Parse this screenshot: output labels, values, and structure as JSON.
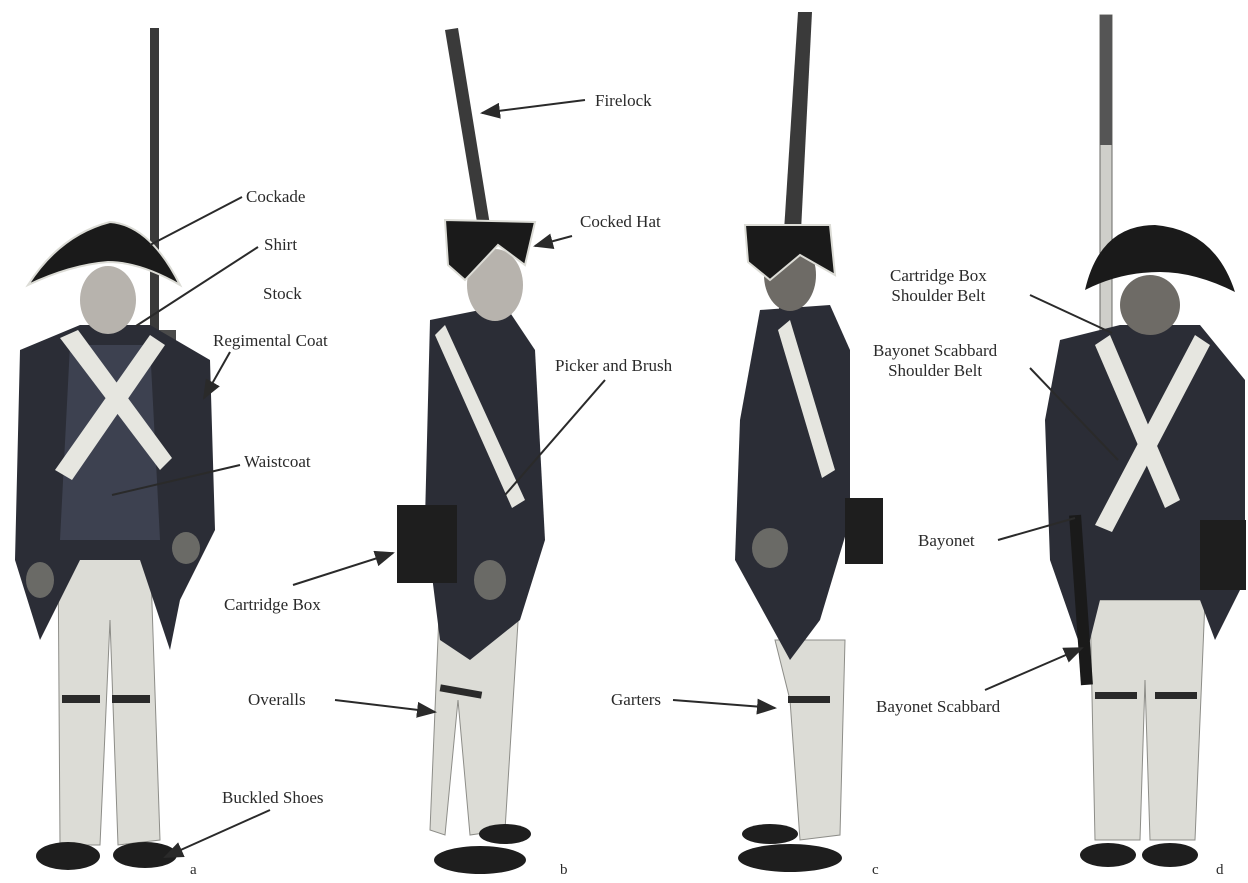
{
  "labels": {
    "cockade": "Cockade",
    "shirt": "Shirt",
    "stock": "Stock",
    "regimental_coat": "Regimental Coat",
    "waistcoat": "Waistcoat",
    "cartridge_box": "Cartridge Box",
    "overalls": "Overalls",
    "buckled_shoes": "Buckled Shoes",
    "firelock": "Firelock",
    "cocked_hat": "Cocked Hat",
    "picker_and_brush": "Picker and Brush",
    "garters": "Garters",
    "cartridge_box_shoulder_belt": "Cartridge Box\nShoulder Belt",
    "bayonet_scabbard_shoulder_belt": "Bayonet Scabbard\nShoulder Belt",
    "bayonet": "Bayonet",
    "bayonet_scabbard": "Bayonet Scabbard"
  },
  "panels": [
    "a",
    "b",
    "c",
    "d"
  ],
  "colors": {
    "background": "#ffffff",
    "ink": "#2a2a2a",
    "coat": "#2b2d36",
    "white_cloth": "#dcdcd6",
    "shadow": "#8d8d88"
  }
}
